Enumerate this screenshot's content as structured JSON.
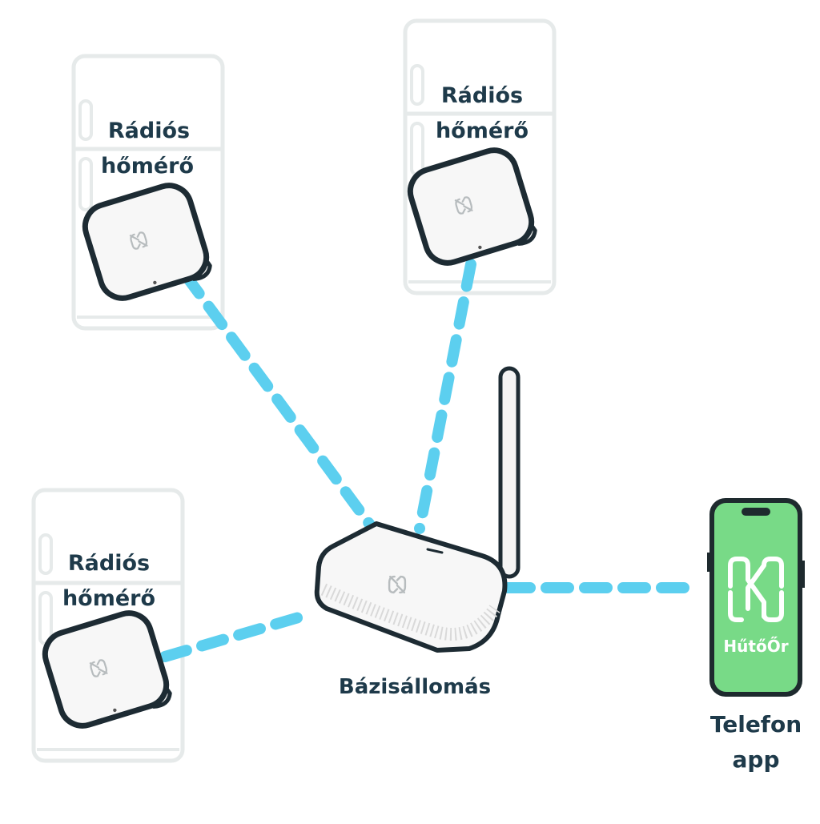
{
  "labels": {
    "sensor_1_line1": "Rádiós",
    "sensor_1_line2": "hőmérő",
    "sensor_2_line1": "Rádiós",
    "sensor_2_line2": "hőmérő",
    "sensor_3_line1": "Rádiós",
    "sensor_3_line2": "hőmérő",
    "base_station": "Bázisállomás",
    "phone_line1": "Telefon",
    "phone_line2": "app",
    "app_name": "HűtőŐr"
  },
  "colors": {
    "link": "#5ccfef",
    "label_text": "#1e3a4a",
    "fridge_outline": "#e6eaea",
    "device_body": "#f7f7f7",
    "device_outline": "#1d2b33",
    "phone_screen": "#78da87",
    "phone_frame": "#1e2a2e"
  },
  "icons": {
    "fridge": "fridge-icon",
    "sensor": "thermometer-sensor-icon",
    "router": "base-station-router-icon",
    "phone": "smartphone-icon",
    "app_logo": "hutoor-logo-icon"
  }
}
